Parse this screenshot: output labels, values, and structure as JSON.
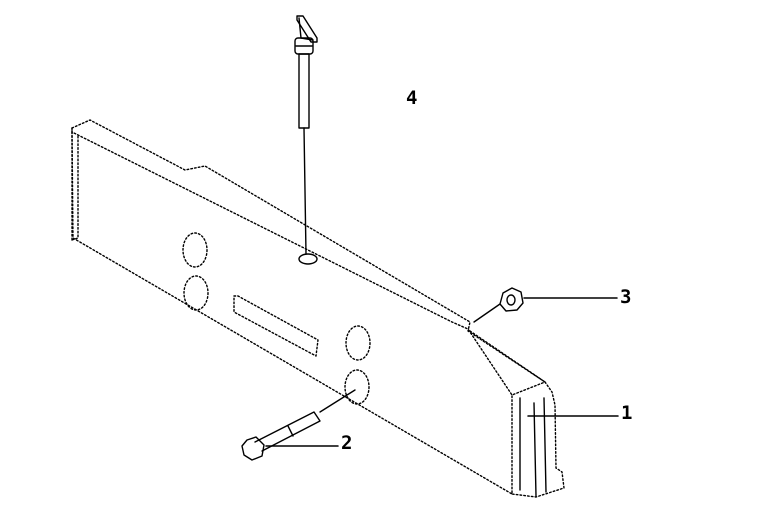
{
  "callouts": {
    "part_1": "1",
    "part_2": "2",
    "part_3": "3",
    "part_4": "4"
  },
  "colors": {
    "line": "#000000",
    "background": "#ffffff"
  }
}
